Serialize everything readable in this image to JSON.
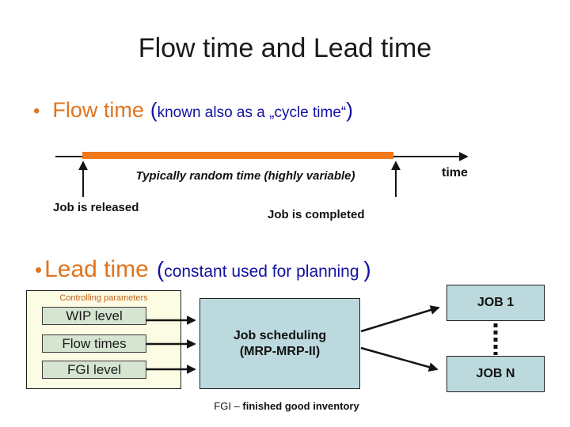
{
  "slide_title": "Flow time and Lead time",
  "bullets": {
    "flow": {
      "bullet": "•",
      "term": "Flow time",
      "paren_open": "(",
      "note": "known also as a „cycle time“",
      "paren_close": ")"
    },
    "lead": {
      "bullet": "•",
      "term": "Lead time",
      "paren_open": "(",
      "note": "constant used for planning ",
      "paren_close": ")"
    }
  },
  "timeline": {
    "caption": "Typically random time (highly variable)",
    "axis_label": "time",
    "released_label": "Job is released",
    "completed_label": "Job is completed",
    "bar_color": "#F07818"
  },
  "diagram": {
    "panel_title": "Controlling parameters",
    "parameters": [
      "WIP level",
      "Flow times",
      "FGI level"
    ],
    "scheduler_line1": "Job scheduling",
    "scheduler_line2": "(MRP-MRP-II)",
    "job_first": "JOB 1",
    "job_last": "JOB N",
    "colors": {
      "panel_bg": "#FCFBE3",
      "parameter_bg": "#D5E5D1",
      "box_bg": "#BCD9DD",
      "accent_orange": "#E0751F",
      "accent_blue": "#1212A0"
    }
  },
  "footnote": {
    "prefix": "FGI – ",
    "text": "finished good inventory"
  }
}
